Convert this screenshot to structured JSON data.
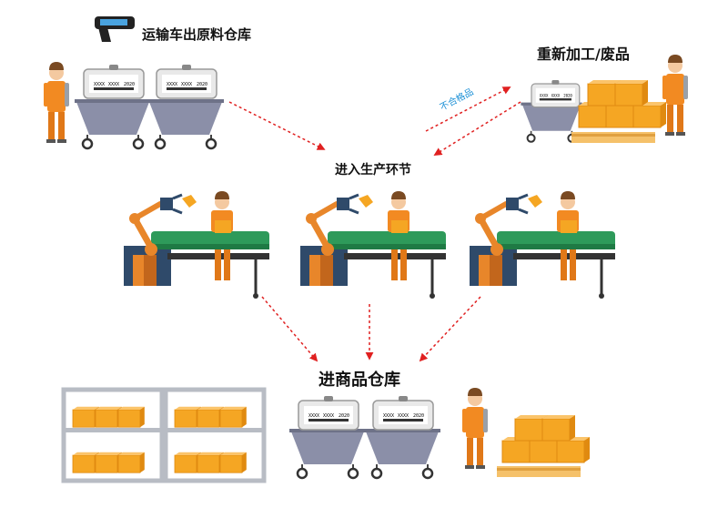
{
  "labels": {
    "transport": "运输车出原料仓库",
    "rework": "重新加工/废品",
    "defective": "不合格品",
    "production": "进入生产环节",
    "warehouse": "进商品仓库"
  },
  "tags": {
    "code_a": "XXXX",
    "code_b": "XXXX",
    "year": "2020"
  },
  "colors": {
    "arrow": "#e02020",
    "defect_text": "#1a8fd6",
    "orange": "#f28a22",
    "box": "#f5a623",
    "cart": "#8b8fa8",
    "belt": "#2e9a5a",
    "robot": "#e8862a"
  }
}
